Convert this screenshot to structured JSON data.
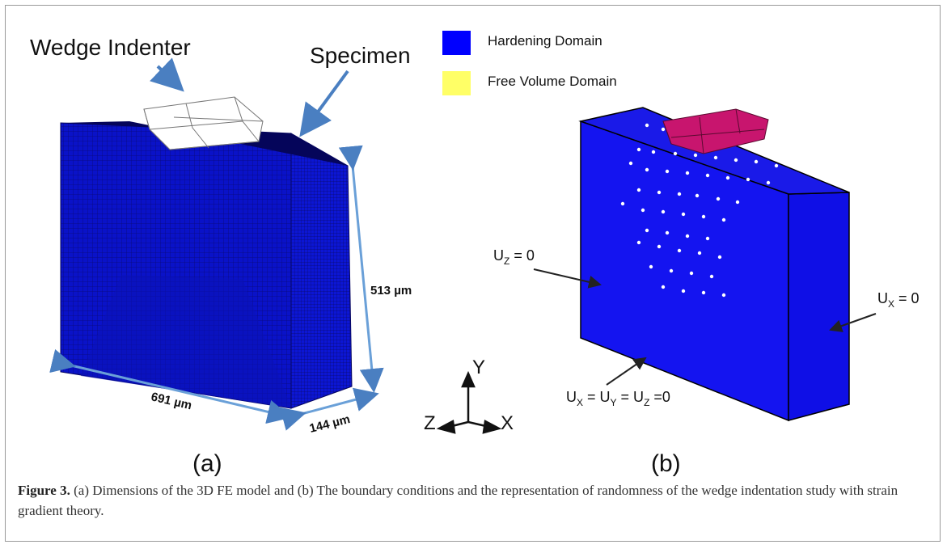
{
  "panel_a": {
    "indenter_label": "Wedge Indenter",
    "specimen_label": "Specimen",
    "dim_height": "513 µm",
    "dim_width": "691 µm",
    "dim_depth": "144 µm",
    "axis_y": "Y",
    "axis_x": "X",
    "axis_z": "Z",
    "panel_label": "(a)"
  },
  "panel_b": {
    "legend": [
      {
        "label": "Hardening Domain",
        "color": "#0000ff"
      },
      {
        "label": "Free Volume Domain",
        "color": "#ffff66"
      }
    ],
    "bc_front": "U",
    "bc_front_sub": "Z",
    "bc_front_val": " = 0",
    "bc_side": "U",
    "bc_side_sub": "X",
    "bc_side_val": " = 0",
    "bc_bottom": "U",
    "bc_bottom_sub1": "X",
    "bc_bottom_eq1": " = U",
    "bc_bottom_sub2": "Y",
    "bc_bottom_eq2": " = U",
    "bc_bottom_sub3": "Z",
    "bc_bottom_eq3": " =0",
    "panel_label": "(b)"
  },
  "caption": {
    "label": "Figure 3.",
    "text": " (a) Dimensions of the 3D FE model and (b) The boundary conditions and the representation of randomness of the wedge indentation study with strain gradient theory."
  },
  "colors": {
    "specimen_blue": "#0a12c8",
    "block_blue": "#1414f0",
    "indenter_magenta": "#c8156e",
    "arrow_blue": "#4a7fc1"
  }
}
